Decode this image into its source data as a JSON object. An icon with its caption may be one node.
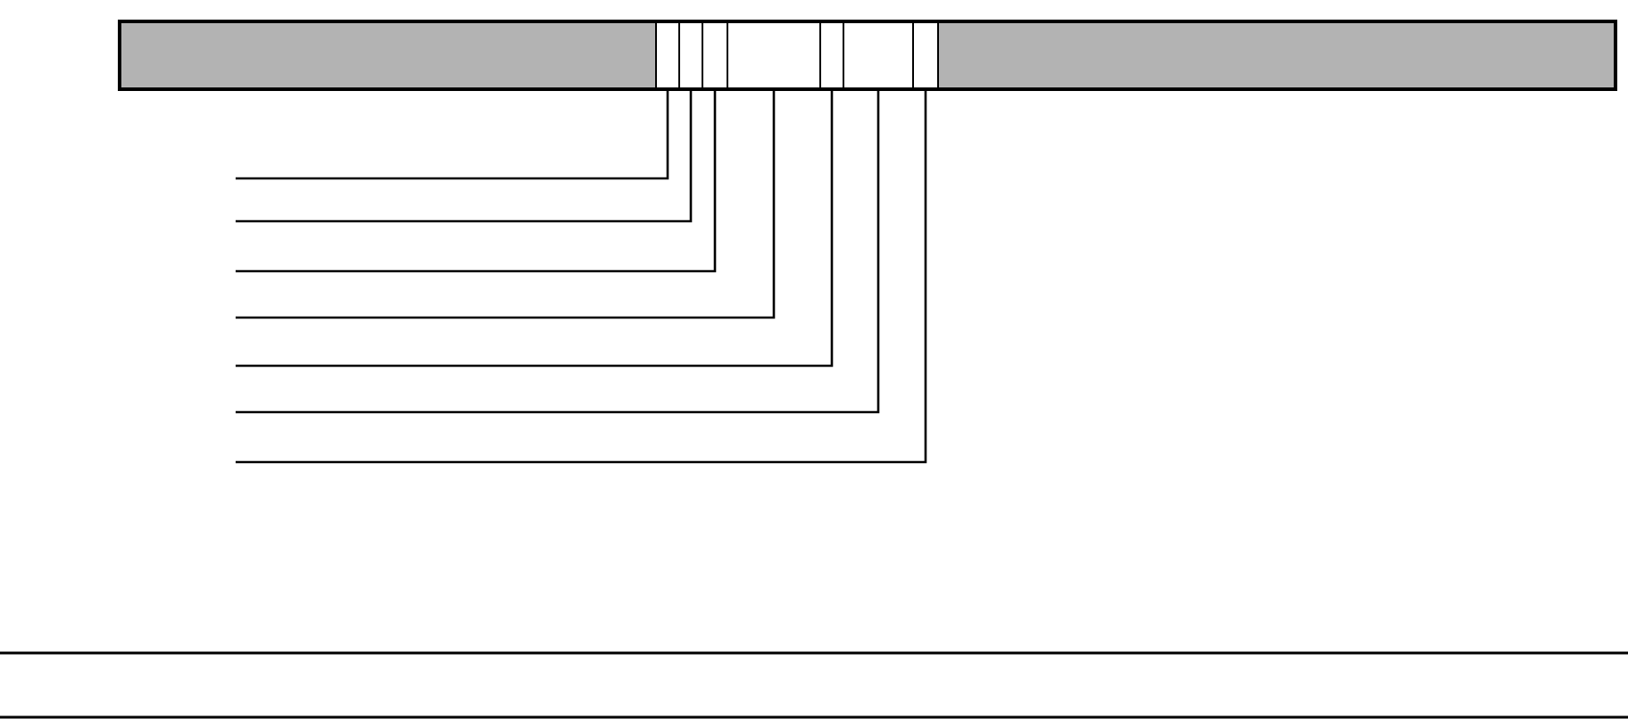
{
  "diagram": {
    "nodes": [
      {
        "text": [],
        "shape": "bar"
      },
      {
        "text": [],
        "shape": "box",
        "in": 0
      },
      {
        "text": [],
        "shape": "box",
        "in": 0
      },
      {
        "text": [],
        "shape": "box",
        "in": 0
      },
      {
        "text": [],
        "shape": "box",
        "in": 0
      },
      {
        "text": [],
        "shape": "box",
        "in": 0
      },
      {
        "text": [],
        "shape": "box",
        "in": 0
      },
      {
        "text": [],
        "shape": "box",
        "in": 0
      },
      {
        "text": [],
        "shape": "box",
        "in": 0
      },
      {
        "text": [],
        "shape": "box",
        "in": 0
      }
    ],
    "edges": [
      {
        "from": null,
        "to": 2,
        "arrow": "none"
      },
      {
        "from": null,
        "to": 3,
        "arrow": "none"
      },
      {
        "from": null,
        "to": 4,
        "arrow": "none"
      },
      {
        "from": null,
        "to": 5,
        "arrow": "none"
      },
      {
        "from": null,
        "to": 6,
        "arrow": "none"
      },
      {
        "from": null,
        "to": 7,
        "arrow": "none"
      },
      {
        "from": null,
        "to": 8,
        "arrow": "none"
      }
    ]
  }
}
